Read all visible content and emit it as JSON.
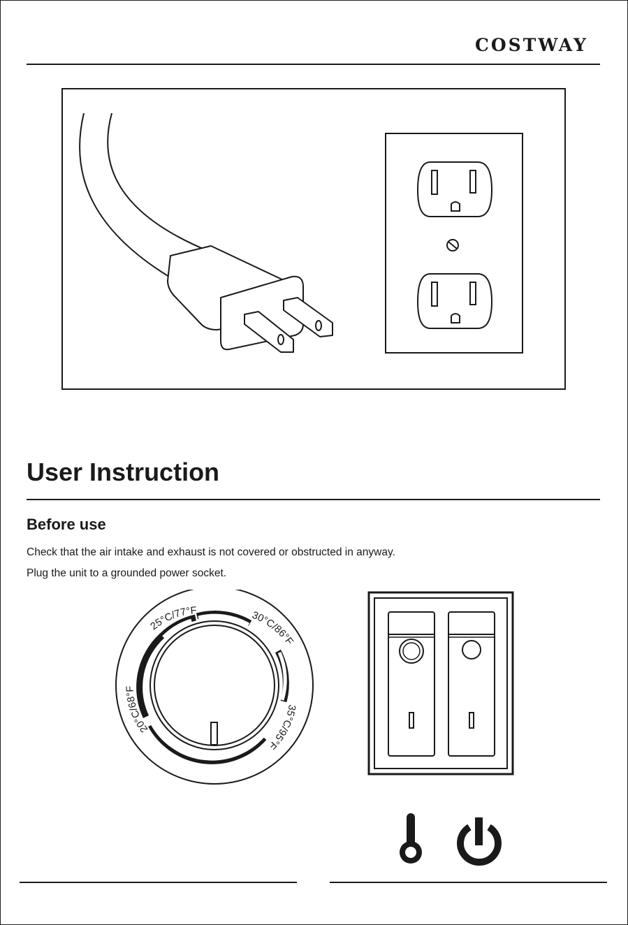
{
  "header": {
    "brand": "COSTWAY"
  },
  "section": {
    "title": "User Instruction",
    "subtitle": "Before use",
    "lines": [
      "Check that the air intake and exhaust is not covered or obstructed in anyway.",
      "Plug the unit to a grounded power socket."
    ]
  },
  "dial": {
    "labels": [
      "20°C/68°F",
      "25°C/77°F",
      "30°C/86°F",
      "35°C/95°F"
    ]
  },
  "switch_icons": [
    "thermometer-icon",
    "power-icon"
  ],
  "colors": {
    "ink": "#1a1a1a",
    "background": "#ffffff"
  }
}
